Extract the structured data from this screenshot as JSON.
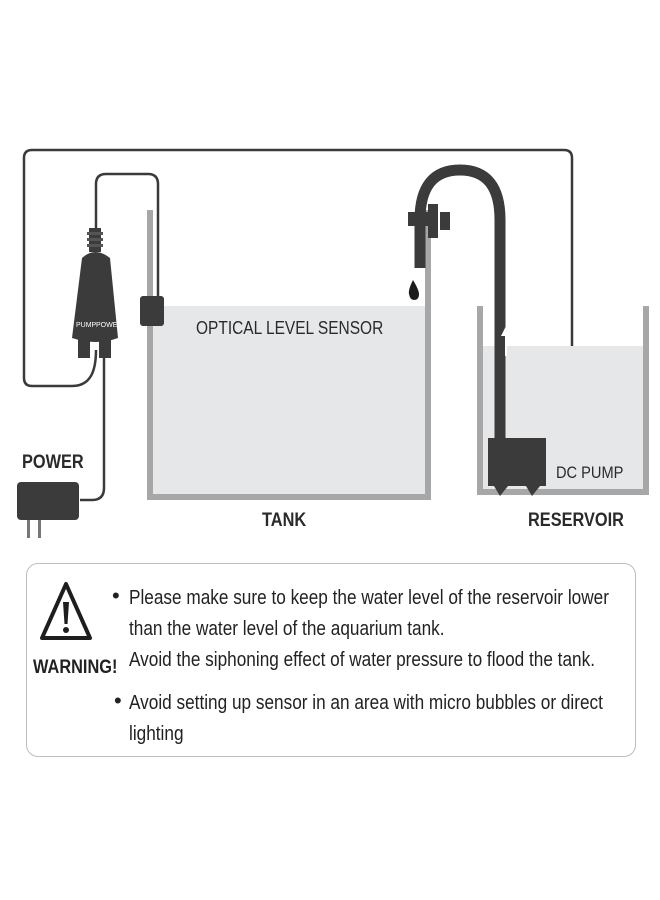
{
  "labels": {
    "power": "POWER",
    "tank": "TANK",
    "reservoir": "RESERVOIR",
    "sensor": "OPTICAL LEVEL SENSOR",
    "dc_pump": "DC PUMP",
    "plug_pump": "PUMP",
    "plug_power": "POWER"
  },
  "warning": {
    "title": "WARNING!",
    "bullets": [
      {
        "lines": [
          "Please make sure to keep the water level of the reservoir lower",
          "than the water level of the aquarium tank.",
          "Avoid the siphoning effect of water pressure to flood the tank."
        ]
      },
      {
        "lines": [
          "Avoid setting up sensor in an area with micro bubbles or direct",
          "lighting"
        ]
      }
    ]
  },
  "colors": {
    "line": "#3a3a3a",
    "device": "#3b3b3b",
    "water": "#e6e7e8",
    "tank_wall": "#a7a7a7"
  }
}
